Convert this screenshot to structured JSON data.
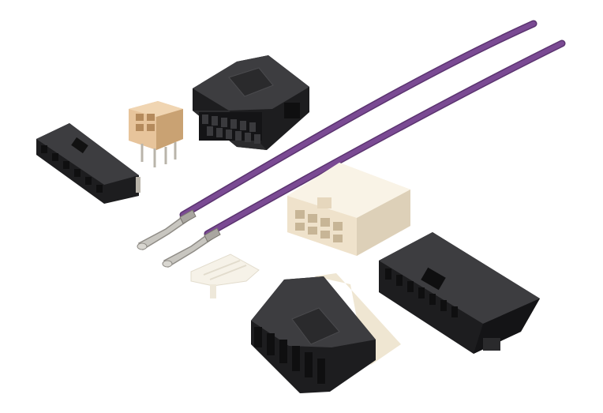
{
  "scene": {
    "description_name": "connector-components-product-photo",
    "background_color": "#ffffff",
    "colors": {
      "black_housing": "#1d1d1f",
      "black_face": "#2c2c2e",
      "black_highlight": "#3d3d40",
      "tan_header": "#e7c49b",
      "tan_shadow": "#c9a273",
      "cream_housing": "#f4ead8",
      "cream_shadow": "#ddd0b8",
      "cream_latch": "#f6f2e8",
      "wire_purple": "#7a4a93",
      "wire_purple_dark": "#5b3470",
      "terminal_metal": "#c8c6c0",
      "terminal_shadow": "#8f8c86",
      "pin_metal": "#b9b4aa"
    },
    "items": [
      {
        "name": "black-receptacle-housing-top",
        "kind": "black 16-circuit receptacle housing"
      },
      {
        "name": "tan-pcb-header",
        "kind": "tan 4-circuit PCB header"
      },
      {
        "name": "black-single-row-header",
        "kind": "black single-row header"
      },
      {
        "name": "purple-wire-leads",
        "kind": "two purple wires with crimp terminals"
      },
      {
        "name": "cream-plug-housing",
        "kind": "cream 10-circuit plug housing"
      },
      {
        "name": "cream-latch-clip",
        "kind": "cream terminal position assurance clip"
      },
      {
        "name": "black-receptacle-housing-bottom",
        "kind": "black single-row receptacle with cream TPA"
      },
      {
        "name": "black-large-header",
        "kind": "black large right-side header housing"
      }
    ]
  }
}
